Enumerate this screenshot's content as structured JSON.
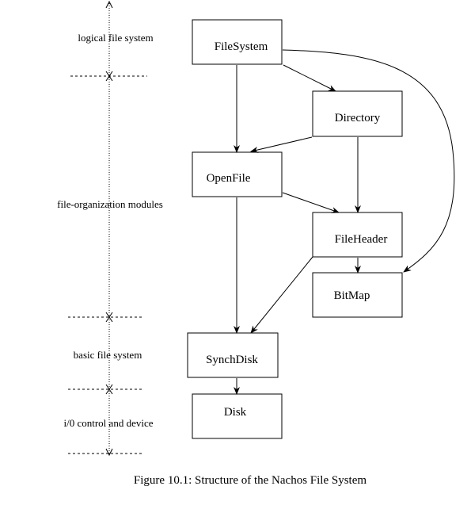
{
  "layers": [
    {
      "id": "logical",
      "label": "logical file system"
    },
    {
      "id": "organization",
      "label": "file-organization modules"
    },
    {
      "id": "basic",
      "label": "basic file system"
    },
    {
      "id": "io",
      "label": "i/0 control and device"
    }
  ],
  "modules": {
    "filesystem": "FileSystem",
    "directory": "Directory",
    "openfile": "OpenFile",
    "fileheader": "FileHeader",
    "bitmap": "BitMap",
    "synchdisk": "SynchDisk",
    "disk": "Disk"
  },
  "edges": [
    {
      "from": "FileSystem",
      "to": "Directory"
    },
    {
      "from": "FileSystem",
      "to": "OpenFile"
    },
    {
      "from": "FileSystem",
      "to": "BitMap"
    },
    {
      "from": "Directory",
      "to": "OpenFile"
    },
    {
      "from": "Directory",
      "to": "FileHeader"
    },
    {
      "from": "OpenFile",
      "to": "FileHeader"
    },
    {
      "from": "OpenFile",
      "to": "SynchDisk"
    },
    {
      "from": "FileHeader",
      "to": "BitMap"
    },
    {
      "from": "FileHeader",
      "to": "SynchDisk"
    },
    {
      "from": "SynchDisk",
      "to": "Disk"
    }
  ],
  "caption": "Figure 10.1: Structure of the Nachos File System"
}
